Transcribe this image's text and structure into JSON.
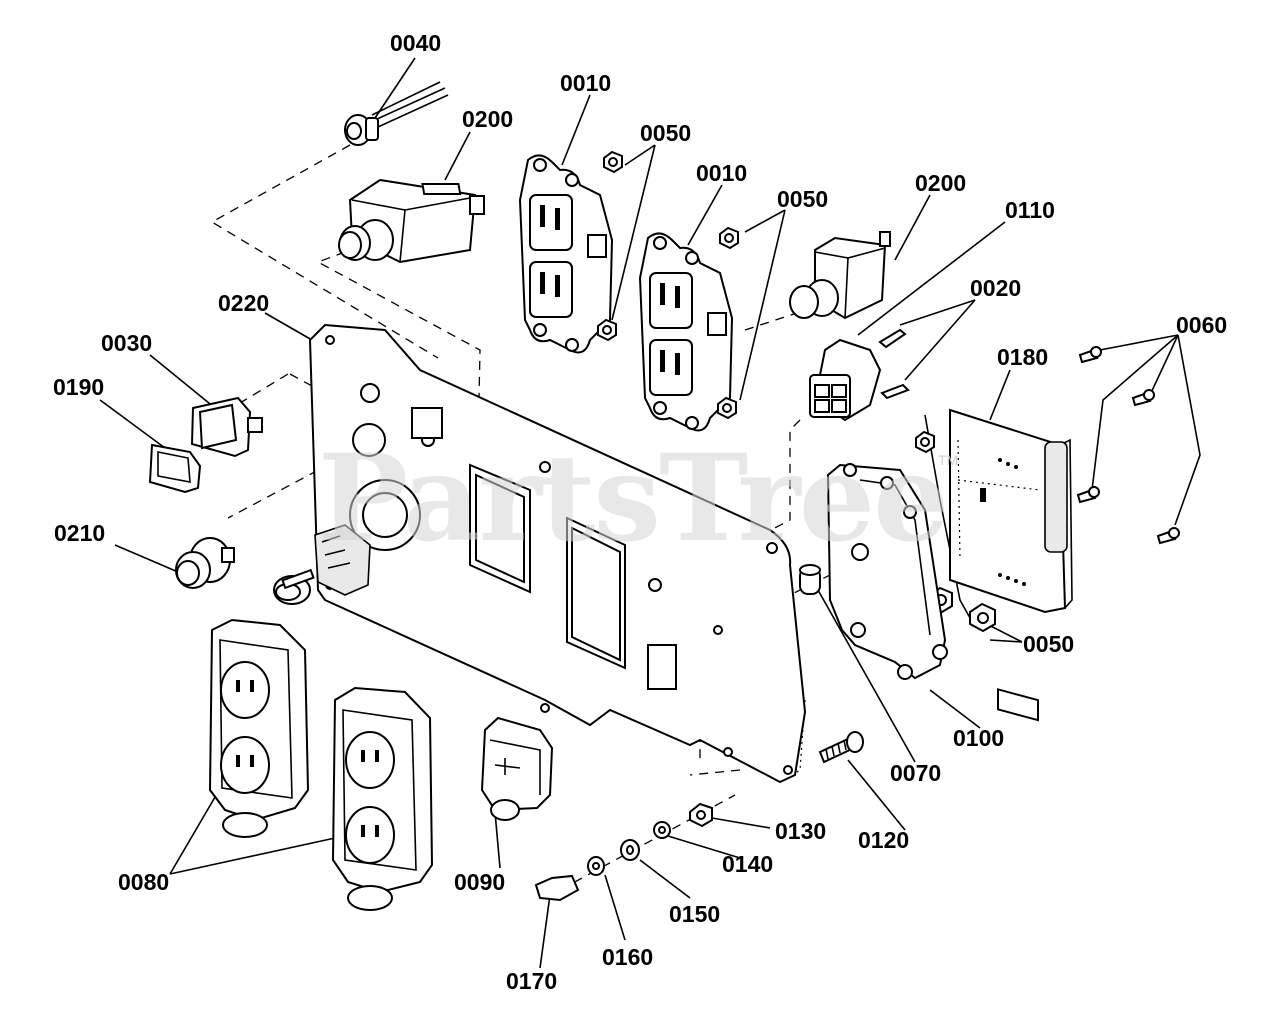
{
  "watermark": "PartsTree",
  "trademark": "TM",
  "callouts": [
    {
      "id": "c-0040",
      "text": "0040"
    },
    {
      "id": "c-0200a",
      "text": "0200"
    },
    {
      "id": "c-0010a",
      "text": "0010"
    },
    {
      "id": "c-0050a",
      "text": "0050"
    },
    {
      "id": "c-0010b",
      "text": "0010"
    },
    {
      "id": "c-0050b",
      "text": "0050"
    },
    {
      "id": "c-0200b",
      "text": "0200"
    },
    {
      "id": "c-0110",
      "text": "0110"
    },
    {
      "id": "c-0020",
      "text": "0020"
    },
    {
      "id": "c-0060",
      "text": "0060"
    },
    {
      "id": "c-0180",
      "text": "0180"
    },
    {
      "id": "c-0220",
      "text": "0220"
    },
    {
      "id": "c-0030",
      "text": "0030"
    },
    {
      "id": "c-0190",
      "text": "0190"
    },
    {
      "id": "c-0210",
      "text": "0210"
    },
    {
      "id": "c-0050c",
      "text": "0050"
    },
    {
      "id": "c-0100",
      "text": "0100"
    },
    {
      "id": "c-0070",
      "text": "0070"
    },
    {
      "id": "c-0120",
      "text": "0120"
    },
    {
      "id": "c-0130",
      "text": "0130"
    },
    {
      "id": "c-0140",
      "text": "0140"
    },
    {
      "id": "c-0150",
      "text": "0150"
    },
    {
      "id": "c-0160",
      "text": "0160"
    },
    {
      "id": "c-0170",
      "text": "0170"
    },
    {
      "id": "c-0090",
      "text": "0090"
    },
    {
      "id": "c-0080",
      "text": "0080"
    }
  ]
}
